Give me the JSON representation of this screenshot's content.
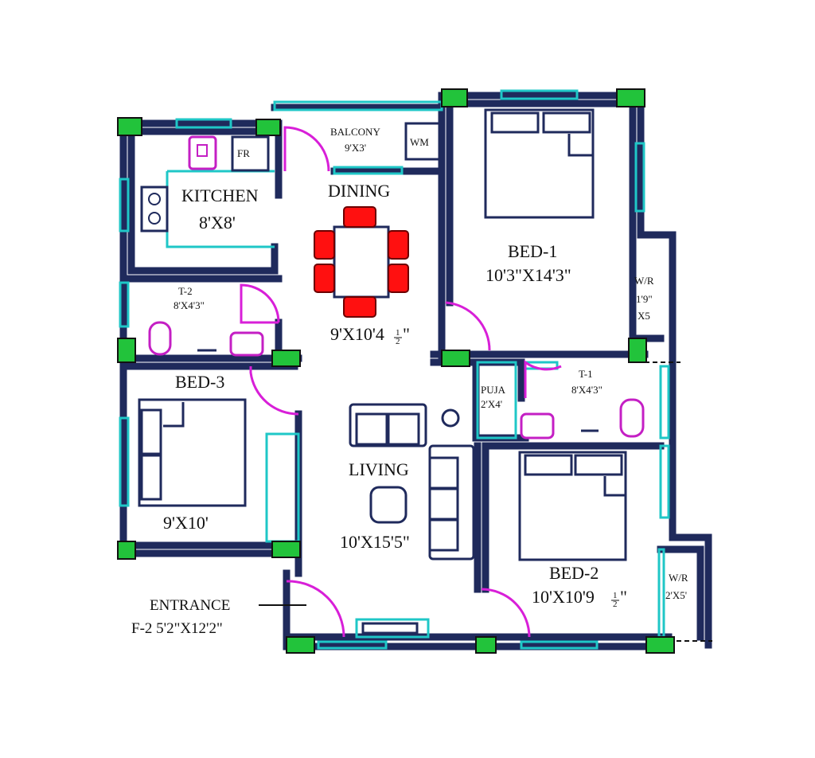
{
  "plan": {
    "rooms": {
      "kitchen": {
        "name": "KITCHEN",
        "size": "8'X8'"
      },
      "balcony": {
        "name": "BALCONY",
        "size": "9'X3'"
      },
      "dining": {
        "name": "DINING",
        "size": "9'X10'4"
      },
      "bed1": {
        "name": "BED-1",
        "size": "10'3\"X14'3\""
      },
      "wr1": {
        "name": "W/R",
        "size_a": "1'9\"",
        "size_b": "X5"
      },
      "t2": {
        "name": "T-2",
        "size": "8'X4'3\""
      },
      "t1": {
        "name": "T-1",
        "size": "8'X4'3\""
      },
      "puja": {
        "name": "PUJA",
        "size": "2'X4'"
      },
      "bed3": {
        "name": "BED-3",
        "size": "9'X10'"
      },
      "living": {
        "name": "LIVING",
        "size": "10'X15'5\""
      },
      "bed2": {
        "name": "BED-2",
        "size": "10'X10'9"
      },
      "wr2": {
        "name": "W/R",
        "size": "2'X5'"
      },
      "entrance": {
        "name": "ENTRANCE",
        "size": "F-2 5'2\"X12'2\""
      }
    },
    "appliances": {
      "fridge": "FR",
      "washer": "WM"
    },
    "fraction_half": {
      "num": "1",
      "den": "2",
      "suffix": "\""
    },
    "colors": {
      "wall": "#1f2a5c",
      "window": "#1fc7c7",
      "door": "#d81fd8",
      "column": "#22c33b",
      "dining_chairs": "#ff1010"
    }
  }
}
